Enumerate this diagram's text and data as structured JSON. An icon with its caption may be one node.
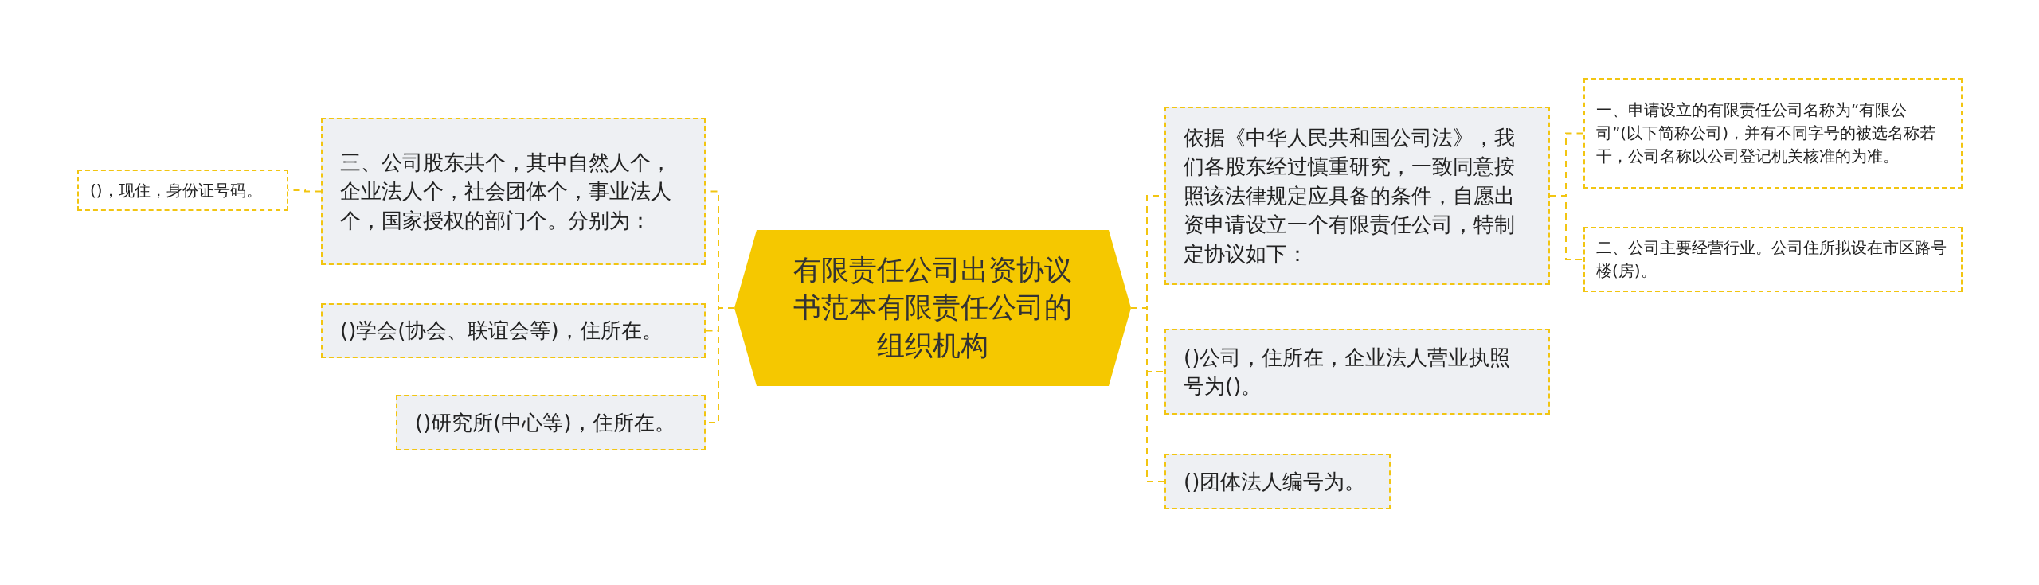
{
  "diagram": {
    "nodes": [
      {
        "text": [
          "有限责任公司出资协议书范本有限责任公司的组织机构"
        ]
      },
      {
        "text": [
          "三、公司股东共个，其中自然人个，企业法人个，社会团体个，事业法人个，国家授权的部门个。分别为："
        ]
      },
      {
        "text": [
          "()，现住，身份证号码。"
        ]
      },
      {
        "text": [
          "()学会(协会、联谊会等)，住所在。"
        ]
      },
      {
        "text": [
          "()研究所(中心等)，住所在。"
        ]
      },
      {
        "text": [
          "依据《中华人民共和国公司法》，我们各股东经过慎重研究，一致同意按照该法律规定应具备的条件，自愿出资申请设立一个有限责任公司，特制定协议如下："
        ]
      },
      {
        "text": [
          "一、申请设立的有限责任公司名称为“有限公司”(以下简称公司)，并有不同字号的被选名称若干，公司名称以公司登记机关核准的为准。"
        ]
      },
      {
        "text": [
          "二、公司主要经营行业。公司住所拟设在市区路号楼(房)。"
        ]
      },
      {
        "text": [
          "()公司，住所在，企业法人营业执照号为()。"
        ]
      },
      {
        "text": [
          "()团体法人编号为。"
        ]
      }
    ],
    "edges": [
      {
        "from": 0,
        "to": 1,
        "arrow": "none"
      },
      {
        "from": 1,
        "to": 2,
        "arrow": "none"
      },
      {
        "from": 0,
        "to": 3,
        "arrow": "none"
      },
      {
        "from": 0,
        "to": 4,
        "arrow": "none"
      },
      {
        "from": 0,
        "to": 5,
        "arrow": "none"
      },
      {
        "from": 5,
        "to": 6,
        "arrow": "none"
      },
      {
        "from": 5,
        "to": 7,
        "arrow": "none"
      },
      {
        "from": 0,
        "to": 8,
        "arrow": "none"
      },
      {
        "from": 0,
        "to": 9,
        "arrow": "none"
      }
    ]
  }
}
